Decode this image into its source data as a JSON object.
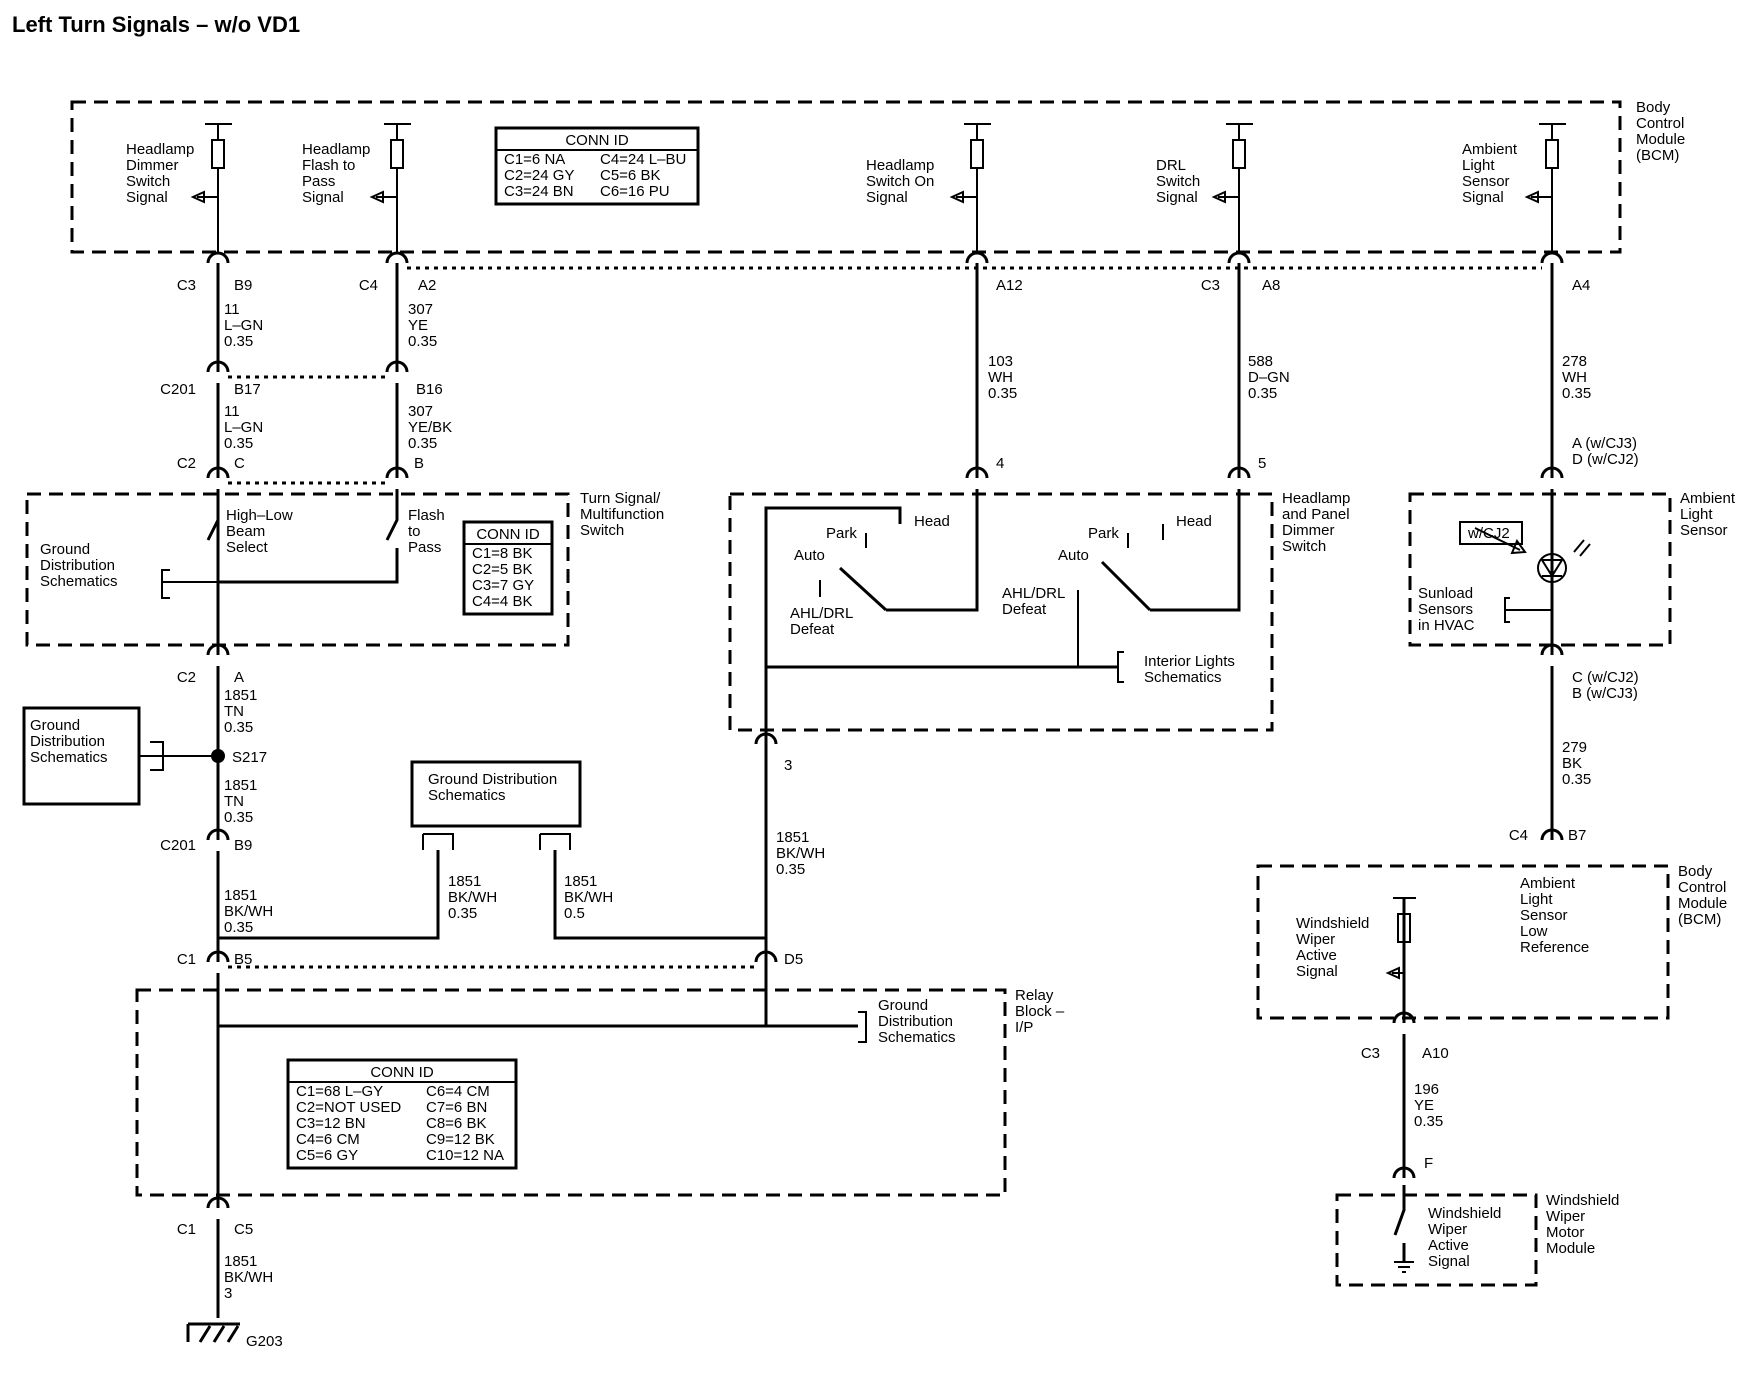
{
  "title": "Left Turn Signals – w/o VD1",
  "modules": {
    "bcm_top": [
      "Body",
      "Control",
      "Module",
      "(BCM)"
    ],
    "turn_switch": [
      "Turn Signal/",
      "Multifunction",
      "Switch"
    ],
    "dimmer_switch": [
      "Headlamp",
      "and Panel",
      "Dimmer",
      "Switch"
    ],
    "ambient_sensor": [
      "Ambient",
      "Light",
      "Sensor"
    ],
    "relay_block": [
      "Relay",
      "Block –",
      "I/P"
    ],
    "bcm_bottom": [
      "Body",
      "Control",
      "Module",
      "(BCM)"
    ],
    "wiper_module": [
      "Windshield",
      "Wiper",
      "Motor",
      "Module"
    ]
  },
  "bcm_signals": {
    "dimmer": [
      "Headlamp",
      "Dimmer",
      "Switch",
      "Signal"
    ],
    "flash": [
      "Headlamp",
      "Flash to",
      "Pass",
      "Signal"
    ],
    "switch_on": [
      "Headlamp",
      "Switch On",
      "Signal"
    ],
    "drl": [
      "DRL",
      "Switch",
      "Signal"
    ],
    "ambient": [
      "Ambient",
      "Light",
      "Sensor",
      "Signal"
    ],
    "ambient_low_ref": [
      "Ambient",
      "Light",
      "Sensor",
      "Low",
      "Reference"
    ],
    "wiper_active": [
      "Windshield",
      "Wiper",
      "Active",
      "Signal"
    ]
  },
  "conn_tables": {
    "bcm": {
      "header": "CONN ID",
      "rows": [
        [
          "C1=6 NA",
          "C4=24 L–BU"
        ],
        [
          "C2=24 GY",
          "C5=6 BK"
        ],
        [
          "C3=24 BN",
          "C6=16 PU"
        ]
      ]
    },
    "turn_switch": {
      "header": "CONN ID",
      "rows": [
        [
          "C1=8 BK"
        ],
        [
          "C2=5 BK"
        ],
        [
          "C3=7 GY"
        ],
        [
          "C4=4 BK"
        ]
      ]
    },
    "relay_block": {
      "header": "CONN ID",
      "rows": [
        [
          "C1=68 L–GY",
          "C6=4 CM"
        ],
        [
          "C2=NOT USED",
          "C7=6 BN"
        ],
        [
          "C3=12 BN",
          "C8=6 BK"
        ],
        [
          "C4=6 CM",
          "C9=12 BK"
        ],
        [
          "C5=6 GY",
          "C10=12 NA"
        ]
      ]
    }
  },
  "connectors": {
    "c3_b9": [
      "C3",
      "B9"
    ],
    "c4_a2": [
      "C4",
      "A2"
    ],
    "a12": "A12",
    "c3_a8": [
      "C3",
      "A8"
    ],
    "a4": "A4",
    "c201_b17": [
      "C201",
      "B17"
    ],
    "b16": "B16",
    "c2_c": [
      "C2",
      "C"
    ],
    "b": "B",
    "pin4": "4",
    "pin5": "5",
    "amb_top": [
      "A (w/CJ3)",
      "D (w/CJ2)"
    ],
    "c2_a": [
      "C2",
      "A"
    ],
    "pin3": "3",
    "amb_bottom": [
      "C (w/CJ2)",
      "B (w/CJ3)"
    ],
    "c201_b9": [
      "C201",
      "B9"
    ],
    "c4_b7": [
      "C4",
      "B7"
    ],
    "c1_b5": [
      "C1",
      "B5"
    ],
    "d5": "D5",
    "c3_a10": [
      "C3",
      "A10"
    ],
    "c1_c5": [
      "C1",
      "C5"
    ],
    "f": "F"
  },
  "wires": {
    "w11a": [
      "11",
      "L–GN",
      "0.35"
    ],
    "w307a": [
      "307",
      "YE",
      "0.35"
    ],
    "w103": [
      "103",
      "WH",
      "0.35"
    ],
    "w588": [
      "588",
      "D–GN",
      "0.35"
    ],
    "w278": [
      "278",
      "WH",
      "0.35"
    ],
    "w11b": [
      "11",
      "L–GN",
      "0.35"
    ],
    "w307b": [
      "307",
      "YE/BK",
      "0.35"
    ],
    "w1851a": [
      "1851",
      "TN",
      "0.35"
    ],
    "w1851b": [
      "1851",
      "TN",
      "0.35"
    ],
    "w279": [
      "279",
      "BK",
      "0.35"
    ],
    "w1851c": [
      "1851",
      "BK/WH",
      "0.35"
    ],
    "w1851d": [
      "1851",
      "BK/WH",
      "0.35"
    ],
    "w1851e": [
      "1851",
      "BK/WH",
      "0.35"
    ],
    "w1851f": [
      "1851",
      "BK/WH",
      "0.5"
    ],
    "w196": [
      "196",
      "YE",
      "0.35"
    ],
    "w1851g": [
      "1851",
      "BK/WH",
      "3"
    ]
  },
  "switch_labels": {
    "high_low": [
      "High–Low",
      "Beam",
      "Select"
    ],
    "flash_to_pass": [
      "Flash",
      "to",
      "Pass"
    ],
    "park": "Park",
    "head": "Head",
    "auto": "Auto",
    "ahl_drl": [
      "AHL/DRL",
      "Defeat"
    ]
  },
  "references": {
    "gds_turn": [
      "Ground",
      "Distribution",
      "Schematics"
    ],
    "gds_left": [
      "Ground",
      "Distribution",
      "Schematics"
    ],
    "gds_center": [
      "Ground Distribution",
      "Schematics"
    ],
    "interior_lights": [
      "Interior Lights",
      "Schematics"
    ],
    "gds_relay": [
      "Ground",
      "Distribution",
      "Schematics"
    ],
    "sunload": [
      "Sunload",
      "Sensors",
      "in HVAC"
    ],
    "wcj2": "w/CJ2"
  },
  "splice": "S217",
  "ground": "G203",
  "wiper_active_signal": [
    "Windshield",
    "Wiper",
    "Active",
    "Signal"
  ]
}
